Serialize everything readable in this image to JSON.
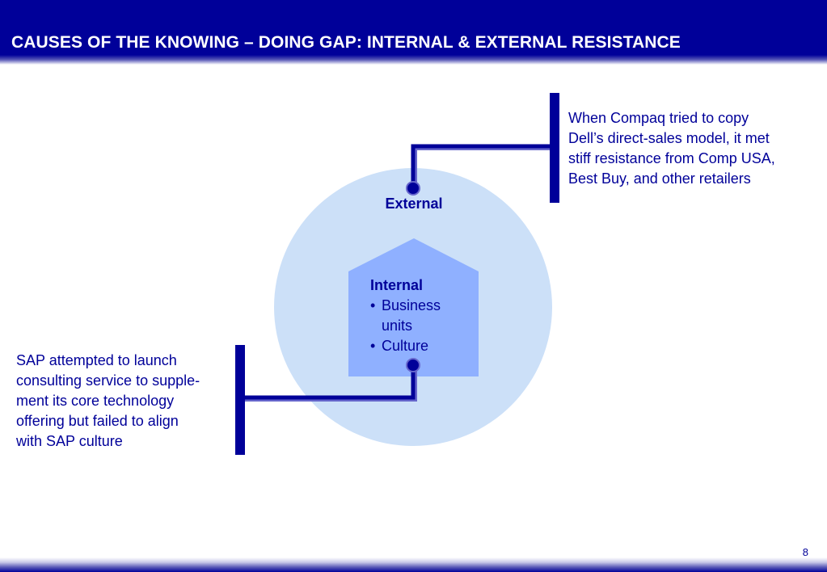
{
  "title": "CAUSES OF THE KNOWING – DOING GAP: INTERNAL & EXTERNAL RESISTANCE",
  "page_number": "8",
  "diagram": {
    "external_label": "External",
    "internal_label": "Internal",
    "internal_items": [
      "Business units",
      "Culture"
    ],
    "colors": {
      "navy": "#000099",
      "outer_circle": "#cce0f8",
      "inner_house": "#8fb0ff"
    }
  },
  "callouts": {
    "top_right": [
      "When Compaq tried to copy",
      "Dell’s direct-sales model, it met",
      "stiff resistance from Comp USA,",
      "Best Buy, and other retailers"
    ],
    "bottom_left": [
      "SAP attempted to launch",
      "consulting service to supple-",
      "ment its core technology",
      "offering but failed to align",
      "with SAP culture"
    ]
  }
}
